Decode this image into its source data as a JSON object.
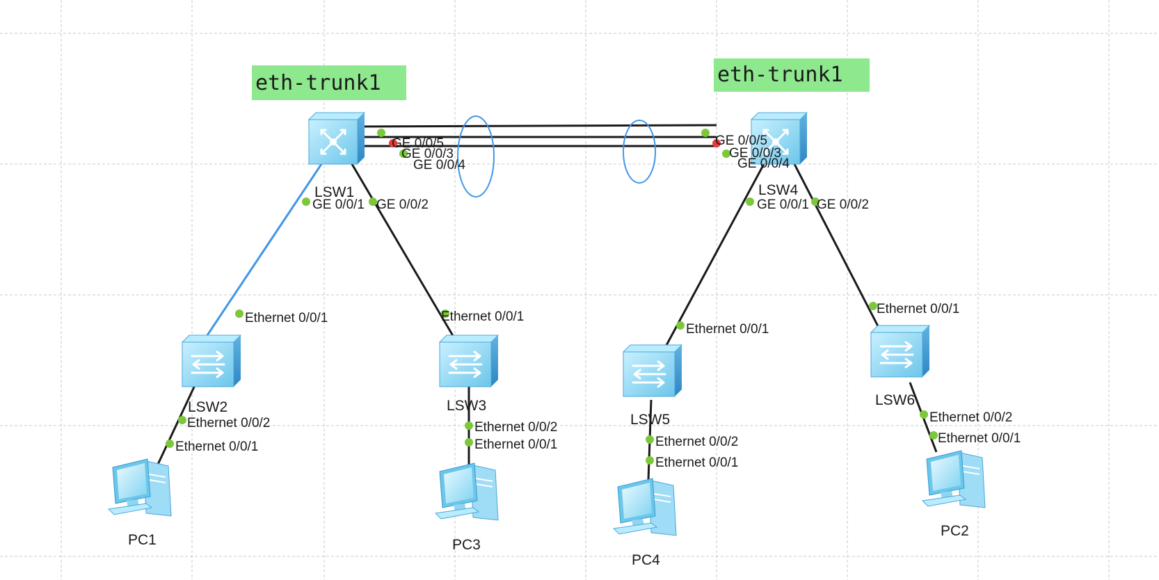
{
  "annotations": {
    "left_trunk": "eth-trunk1",
    "right_trunk": "eth-trunk1"
  },
  "colors": {
    "note_bg": "#8ee88e",
    "port_up": "#7cc83a",
    "port_down": "#e83b3b",
    "link": "#1a1a1a",
    "link_selected": "#3f96e8",
    "device_face": "#8fd6f2"
  },
  "devices": {
    "lsw1": {
      "name": "LSW1",
      "icon": "l3-switch-icon"
    },
    "lsw4": {
      "name": "LSW4",
      "icon": "l3-switch-icon"
    },
    "lsw2": {
      "name": "LSW2",
      "icon": "l2-switch-icon"
    },
    "lsw3": {
      "name": "LSW3",
      "icon": "l2-switch-icon"
    },
    "lsw5": {
      "name": "LSW5",
      "icon": "l2-switch-icon"
    },
    "lsw6": {
      "name": "LSW6",
      "icon": "l2-switch-icon"
    },
    "pc1": {
      "name": "PC1",
      "icon": "pc-icon"
    },
    "pc3": {
      "name": "PC3",
      "icon": "pc-icon"
    },
    "pc4": {
      "name": "PC4",
      "icon": "pc-icon"
    },
    "pc2": {
      "name": "PC2",
      "icon": "pc-icon"
    }
  },
  "ports": {
    "lsw1_ge005": "GE 0/0/5",
    "lsw1_ge003": "GE 0/0/3",
    "lsw1_ge004": "GE 0/0/4",
    "lsw1_ge001": "GE 0/0/1",
    "lsw1_ge002": "GE 0/0/2",
    "lsw4_ge005": "GE 0/0/5",
    "lsw4_ge003": "GE 0/0/3",
    "lsw4_ge004": "GE 0/0/4",
    "lsw4_ge001": "GE 0/0/1",
    "lsw4_ge002": "GE 0/0/2",
    "lsw2_e1": "Ethernet 0/0/1",
    "lsw2_e2": "Ethernet 0/0/2",
    "pc1_e1": "Ethernet 0/0/1",
    "lsw3_e1": "Ethernet 0/0/1",
    "lsw3_e2": "Ethernet 0/0/2",
    "pc3_e1": "Ethernet 0/0/1",
    "lsw5_e1": "Ethernet 0/0/1",
    "lsw5_e2": "Ethernet 0/0/2",
    "pc4_e1": "Ethernet 0/0/1",
    "lsw6_e1": "Ethernet 0/0/1",
    "lsw6_e2": "Ethernet 0/0/2",
    "pc2_e1": "Ethernet 0/0/1"
  }
}
